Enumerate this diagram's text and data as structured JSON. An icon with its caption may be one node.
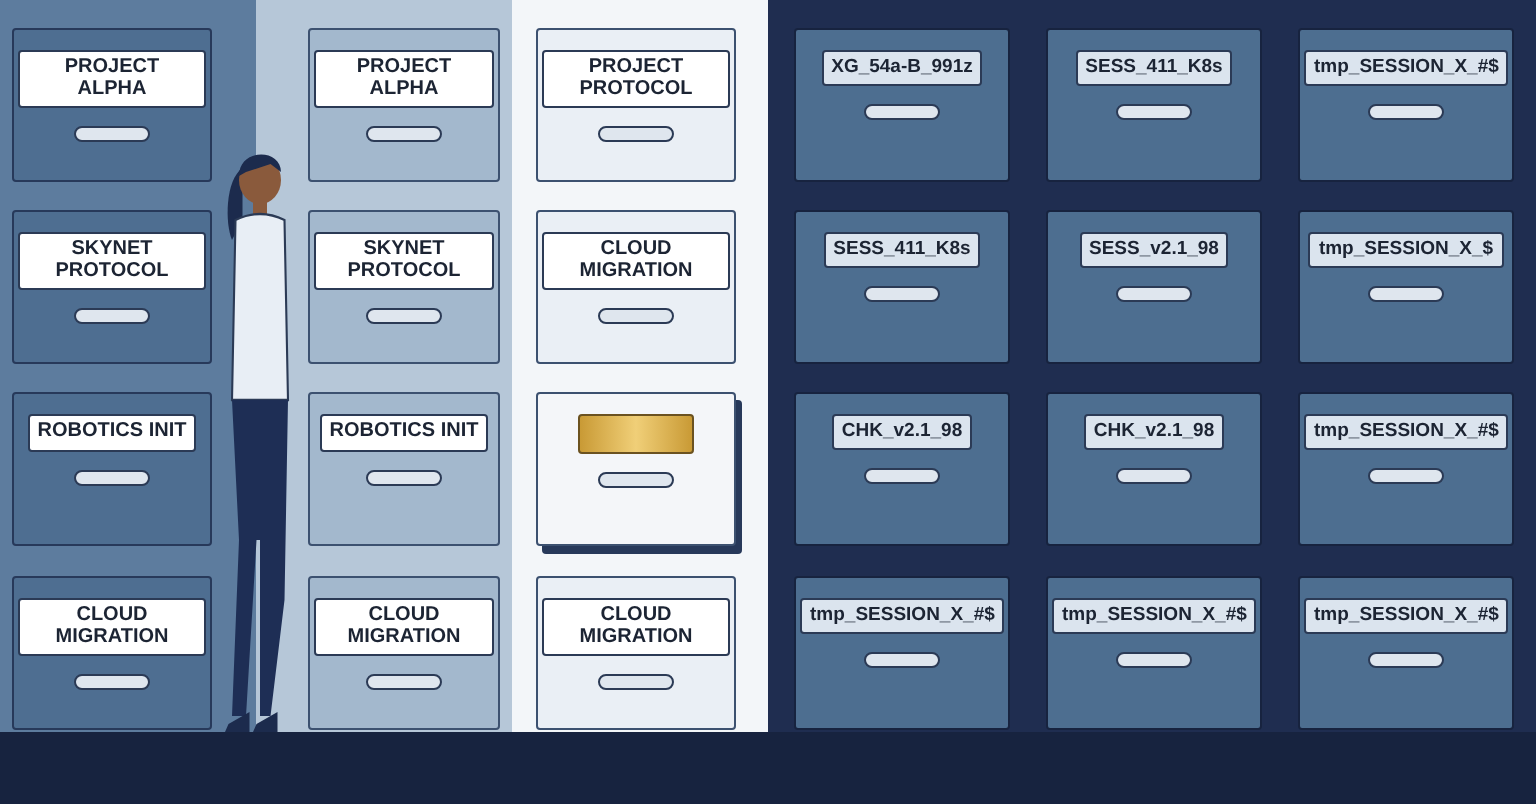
{
  "diagram": {
    "nodes": [
      {
        "text": [
          "PROJECT ALPHA"
        ]
      },
      {
        "text": [
          "PROJECT ALPHA"
        ]
      },
      {
        "text": [
          "PROJECT PROTOCOL"
        ]
      },
      {
        "text": [
          "XG_54a-B_991z"
        ]
      },
      {
        "text": [
          "SESS_411_K8s"
        ]
      },
      {
        "text": [
          "tmp_SESSION_X_#$"
        ]
      },
      {
        "text": [
          "SKYNET PROTOCOL"
        ]
      },
      {
        "text": [
          "SKYNET PROTOCOL"
        ]
      },
      {
        "text": [
          "CLOUD MIGRATION"
        ]
      },
      {
        "text": [
          "SESS_411_K8s"
        ]
      },
      {
        "text": [
          "SESS_v2.1_98"
        ]
      },
      {
        "text": [
          "tmp_SESSION_X_$"
        ]
      },
      {
        "text": [
          "ROBOTICS INIT"
        ]
      },
      {
        "text": [
          "ROBOTICS INIT"
        ]
      },
      {
        "text": [],
        "shape": "box"
      },
      {
        "text": [
          "CHK_v2.1_98"
        ]
      },
      {
        "text": [
          "CHK_v2.1_98"
        ]
      },
      {
        "text": [
          "tmp_SESSION_X_#$"
        ]
      },
      {
        "text": [
          "CLOUD MIGRATION"
        ]
      },
      {
        "text": [
          "CLOUD MIGRATION"
        ]
      },
      {
        "text": [
          "CLOUD MIGRATION"
        ]
      },
      {
        "text": [
          "tmp_SESSION_X_#$"
        ]
      },
      {
        "text": [
          "tmp_SESSION_X_#$"
        ]
      },
      {
        "text": [
          "tmp_SESSION_X_#$"
        ]
      }
    ]
  }
}
